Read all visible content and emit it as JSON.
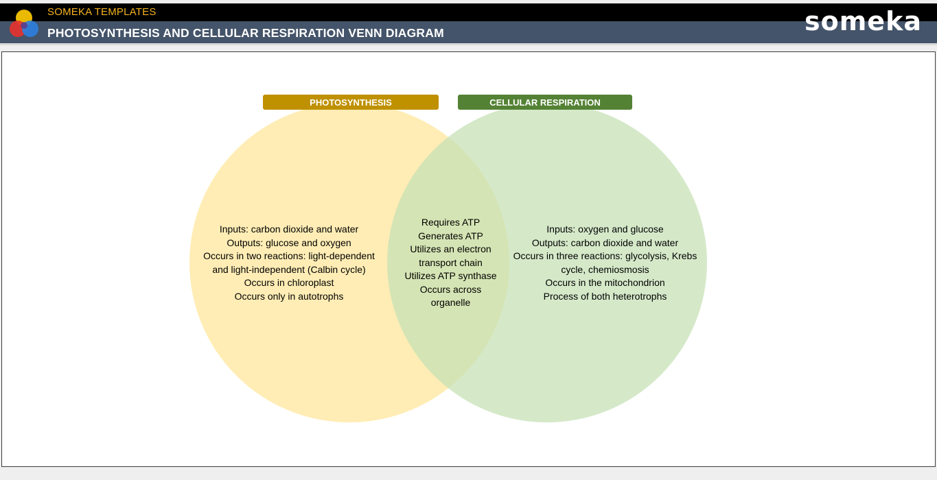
{
  "header": {
    "brand_subtitle": "SOMEKA TEMPLATES",
    "title": "PHOTOSYNTHESIS AND CELLULAR RESPIRATION VENN DIAGRAM",
    "wordmark": "someka",
    "logo_icon": "color-wheel-icon"
  },
  "colors": {
    "header_black": "#000000",
    "title_bar": "#44546a",
    "brand_orange": "#f5b31e",
    "photosynthesis_label": "#bf9000",
    "photosynthesis_circle": "#ffe699",
    "respiration_label": "#548235",
    "respiration_circle": "#c5e0b4"
  },
  "venn": {
    "sets": [
      {
        "label": "PHOTOSYNTHESIS",
        "items": [
          "Inputs: carbon dioxide and water",
          "Outputs: glucose and oxygen",
          "Occurs in two reactions: light-dependent",
          "and light-independent (Calbin cycle)",
          "Occurs in chloroplast",
          "Occurs only in autotrophs"
        ]
      },
      {
        "label": "CELLULAR RESPIRATION",
        "items": [
          "Inputs: oxygen and glucose",
          "Outputs: carbon dioxide and water",
          "Occurs in three reactions: glycolysis, Krebs",
          "cycle, chemiosmosis",
          "Occurs in the mitochondrion",
          "Process of both heterotrophs"
        ]
      }
    ],
    "intersection": [
      "Requires ATP",
      "Generates ATP",
      "Utilizes an electron",
      "transport chain",
      "Utilizes ATP synthase",
      "Occurs across",
      "organelle"
    ]
  }
}
